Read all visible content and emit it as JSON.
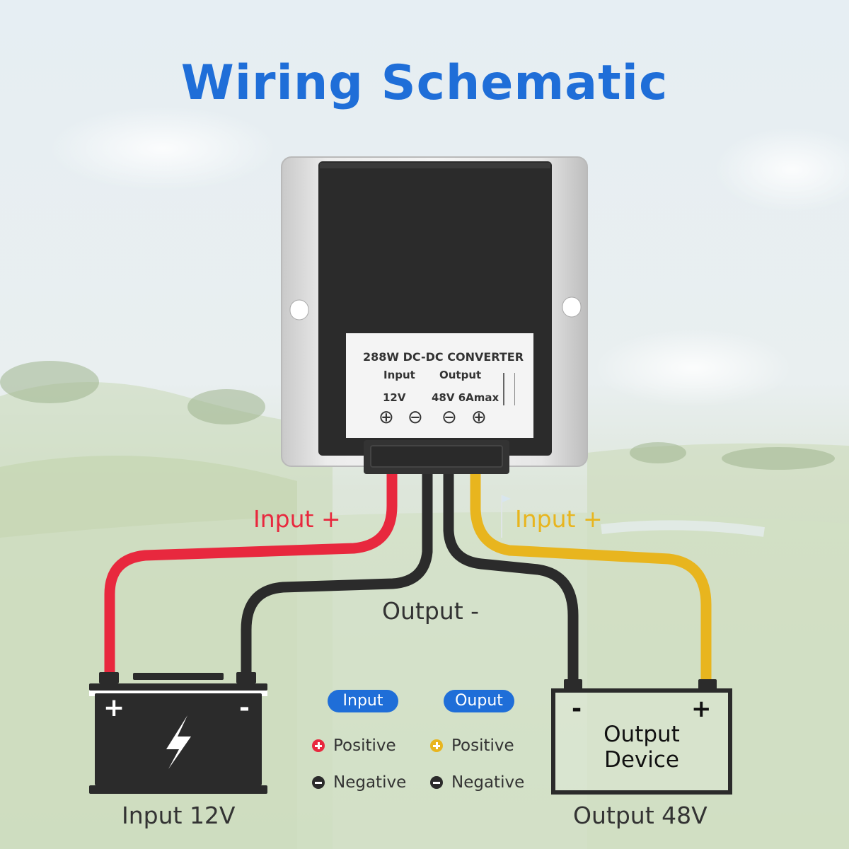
{
  "title": "Wiring Schematic",
  "converter": {
    "name": "288W DC-DC CONVERTER",
    "input_header": "Input",
    "output_header": "Output",
    "input_spec": "12V",
    "output_spec": "48V 6Amax",
    "terminal_symbols": [
      "⊕",
      "⊖",
      "⊖",
      "⊕"
    ]
  },
  "wires": {
    "red_label": "Input +",
    "yellow_label": "Input +",
    "black_label": "Output -",
    "colors": {
      "red": "#e8283e",
      "black": "#2b2b2b",
      "yellow": "#e8b51e"
    }
  },
  "battery": {
    "plus": "+",
    "minus": "-",
    "caption": "Input 12V",
    "icon": "lightning-bolt-icon"
  },
  "output_device": {
    "minus": "-",
    "plus": "+",
    "line1": "Output",
    "line2": "Device",
    "caption": "Output 48V"
  },
  "legend": {
    "input": {
      "title": "Input",
      "positive": "Positive",
      "negative": "Negative",
      "positive_color": "#e8283e"
    },
    "output": {
      "title": "Ouput",
      "positive": "Positive",
      "negative": "Negative",
      "positive_color": "#e8b51e"
    },
    "negative_color": "#2b2b2b",
    "title_color": "#1f6ed8"
  }
}
